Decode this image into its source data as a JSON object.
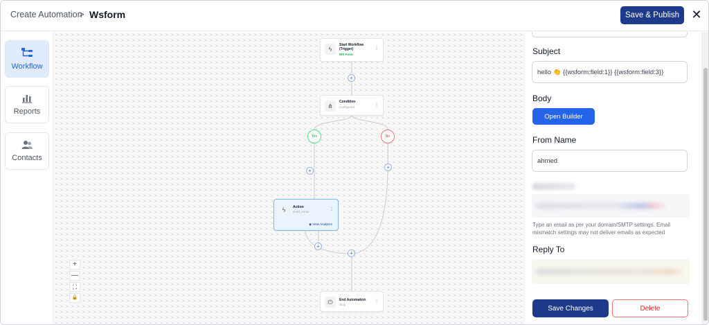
{
  "header": {
    "breadcrumb_root": "Create Automation",
    "breadcrumb_separator": ">",
    "breadcrumb_current": "Wsform",
    "publish_label": "Save & Publish",
    "close_glyph": "✕"
  },
  "sidebar": {
    "items": [
      {
        "label": "Workflow",
        "icon": "workflow-icon",
        "active": true
      },
      {
        "label": "Reports",
        "icon": "bar-chart-icon",
        "active": false
      },
      {
        "label": "Contacts",
        "icon": "users-icon",
        "active": false
      }
    ]
  },
  "canvas": {
    "nodes": {
      "start": {
        "title": "Start Workflow (Trigger)",
        "subtitle": "WS Form",
        "icon": "bolt-icon"
      },
      "condition": {
        "title": "Condition",
        "subtitle": "Configured",
        "icon": "sitemap-icon"
      },
      "action": {
        "title": "Action",
        "subtitle": "send_email",
        "link": "View Analytics",
        "icon": "bolt-icon"
      },
      "end": {
        "title": "End Automation",
        "subtitle": "Stop",
        "icon": "power-icon"
      }
    },
    "branches": {
      "yes": "Yes",
      "no": "No"
    },
    "menu_glyph": "⋮",
    "add_glyph": "+",
    "zoom": {
      "in": "+",
      "out": "—",
      "fit": "⛶",
      "lock": "🔒"
    }
  },
  "panel": {
    "subject_label": "Subject",
    "subject_value": "hello 👏 {{wsform:field:1}} {{wsform:field:3}}",
    "body_label": "Body",
    "open_builder_label": "Open Builder",
    "from_name_label": "From Name",
    "from_name_value": "ahmed",
    "email_hint": "Type an email as per your domain/SMTP settings. Email mismatch settings may not deliver emails as expected",
    "reply_to_label": "Reply To",
    "save_label": "Save Changes",
    "delete_label": "Delete"
  },
  "colors": {
    "primary": "#1e3a8a",
    "accent": "#2563eb",
    "yes": "#16a34a",
    "no": "#dc2626"
  }
}
